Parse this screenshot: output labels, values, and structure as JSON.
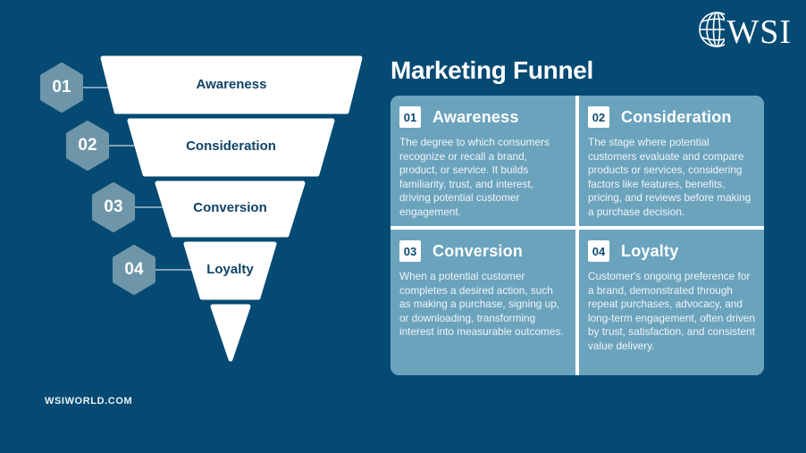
{
  "brand": {
    "logo_text": "WSI",
    "website": "WSIWORLD.COM"
  },
  "title": "Marketing Funnel",
  "funnel": {
    "stages": [
      {
        "number": "01",
        "label": "Awareness"
      },
      {
        "number": "02",
        "label": "Consideration"
      },
      {
        "number": "03",
        "label": "Conversion"
      },
      {
        "number": "04",
        "label": "Loyalty"
      }
    ]
  },
  "cards": [
    {
      "number": "01",
      "title": "Awareness",
      "description": "The degree to which consumers recognize or recall a brand, product, or service. It builds familiarity, trust, and interest, driving potential customer engagement."
    },
    {
      "number": "02",
      "title": "Consideration",
      "description": "The stage where potential customers evaluate and compare products or services, considering factors like features, benefits, pricing, and reviews before making a purchase decision."
    },
    {
      "number": "03",
      "title": "Conversion",
      "description": "When a potential customer completes a desired action, such as making a purchase, signing up, or downloading, transforming interest into measurable outcomes."
    },
    {
      "number": "04",
      "title": "Loyalty",
      "description": "Customer's ongoing preference for a brand, demonstrated through repeat purchases, advocacy, and long-term engagement, often driven by trust, satisfaction, and consistent value delivery."
    }
  ],
  "colors": {
    "background": "#044a73",
    "panel": "#6ba3bd",
    "hexagon": "#6e96a8",
    "funnel_shape": "#ffffff",
    "funnel_text": "#0f4369",
    "badge_text": "#0d4a73",
    "text": "#ffffff"
  }
}
